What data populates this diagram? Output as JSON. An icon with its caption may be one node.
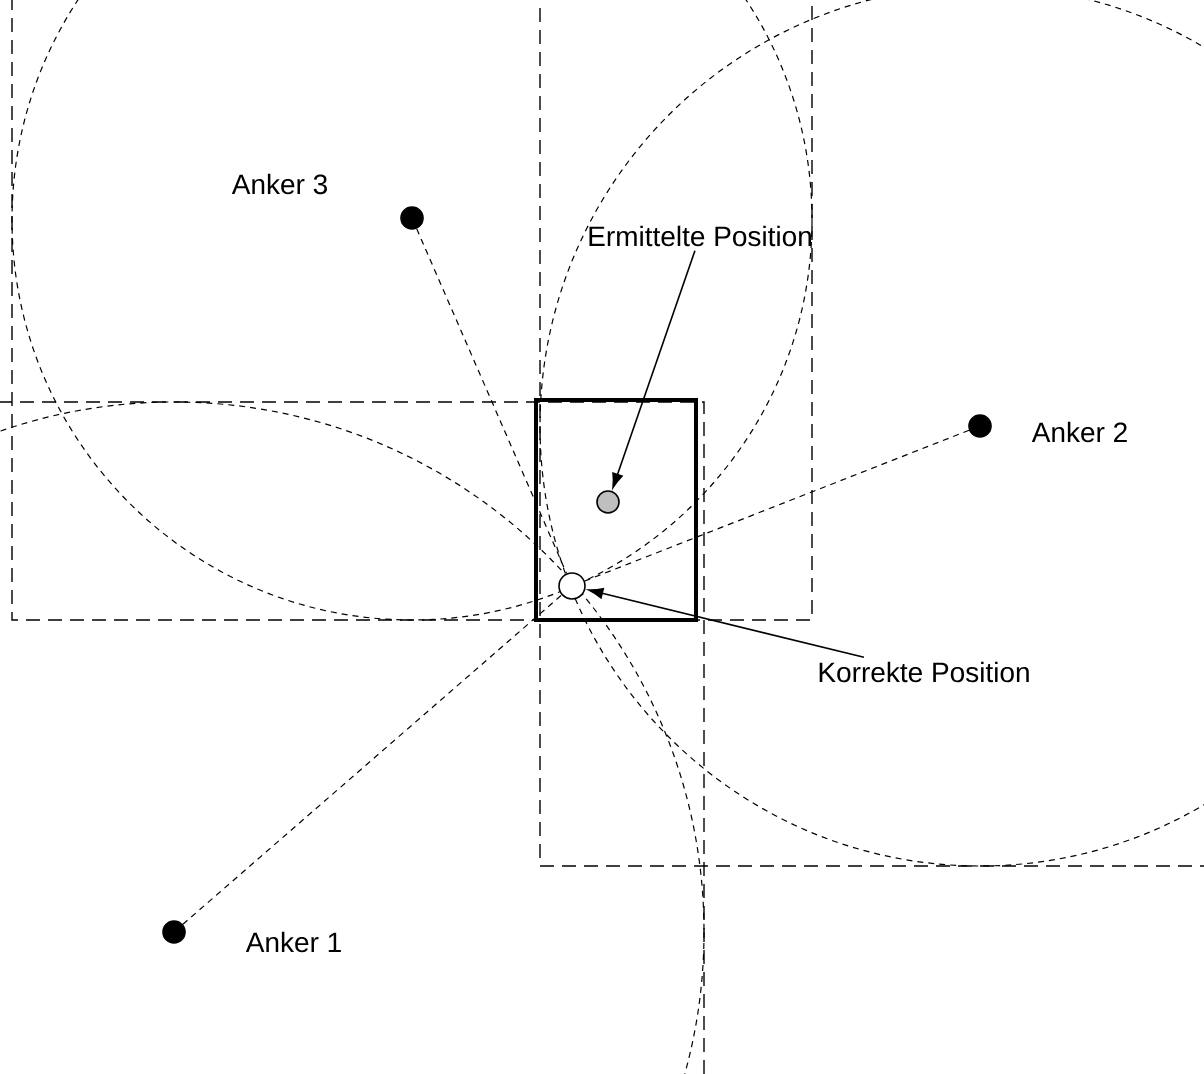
{
  "diagram": {
    "nodes": [
      {
        "text": [],
        "shape": "circle",
        "beside": [
          "Anker 3"
        ]
      },
      {
        "text": [
          "Ermittelte Position"
        ]
      },
      {
        "text": [],
        "shape": "circle"
      },
      {
        "text": [],
        "shape": "circle",
        "beside": [
          "Anker 2"
        ]
      },
      {
        "text": [],
        "shape": "circle"
      },
      {
        "text": [
          "Korrekte Position"
        ]
      },
      {
        "text": [],
        "shape": "circle",
        "beside": [
          "Anker 1"
        ]
      }
    ],
    "edges": [
      {
        "from": 1,
        "to": 2,
        "arrow": "to"
      },
      {
        "from": 0,
        "to": 4,
        "arrow": "none",
        "style": "dashed"
      },
      {
        "from": 3,
        "to": 4,
        "arrow": "none",
        "style": "dashed"
      },
      {
        "from": 6,
        "to": 4,
        "arrow": "none",
        "style": "dashed"
      },
      {
        "from": 5,
        "to": 4,
        "arrow": "to"
      }
    ]
  }
}
